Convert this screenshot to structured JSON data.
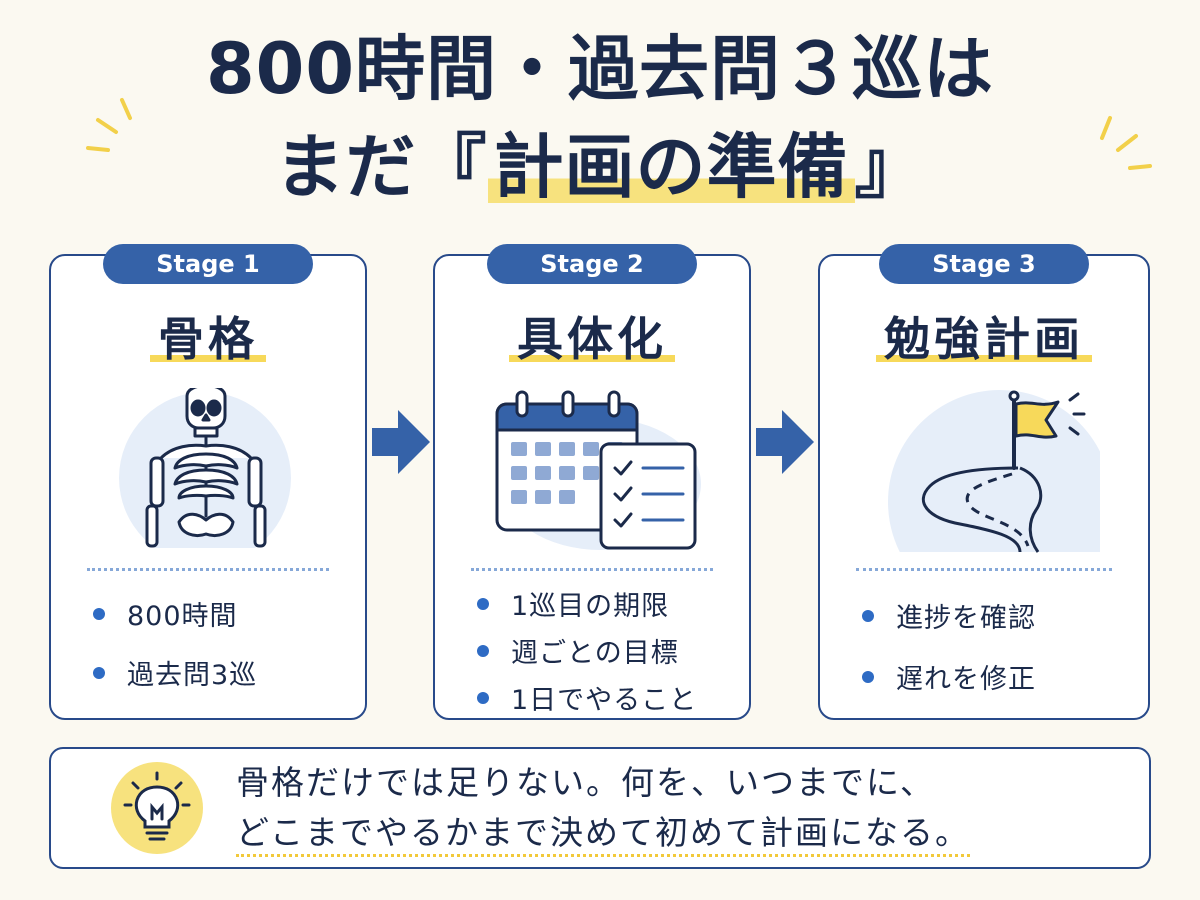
{
  "title": {
    "line1": "800時間・過去問３巡は",
    "line2_prefix": "まだ『",
    "line2_highlight": "計画の準備",
    "line2_suffix": "』"
  },
  "stages": [
    {
      "badge": "Stage 1",
      "title": "骨格",
      "icon": "skeleton-icon",
      "bullets": [
        "800時間",
        "過去問3巡"
      ]
    },
    {
      "badge": "Stage 2",
      "title": "具体化",
      "icon": "calendar-checklist-icon",
      "bullets": [
        "1巡目の期限",
        "週ごとの目標",
        "1日でやること"
      ]
    },
    {
      "badge": "Stage 3",
      "title": "勉強計画",
      "icon": "road-flag-icon",
      "bullets": [
        "進捗を確認",
        "遅れを修正"
      ]
    }
  ],
  "message": {
    "icon": "lightbulb-icon",
    "line1": "骨格だけでは足りない。何を、いつまでに、",
    "line2": "どこまでやるかまで決めて初めて計画になる。"
  },
  "colors": {
    "navy": "#1b2a4a",
    "blue": "#3562a8",
    "border": "#284a8a",
    "yellow": "#f7e27e",
    "background": "#fbf9f1"
  }
}
